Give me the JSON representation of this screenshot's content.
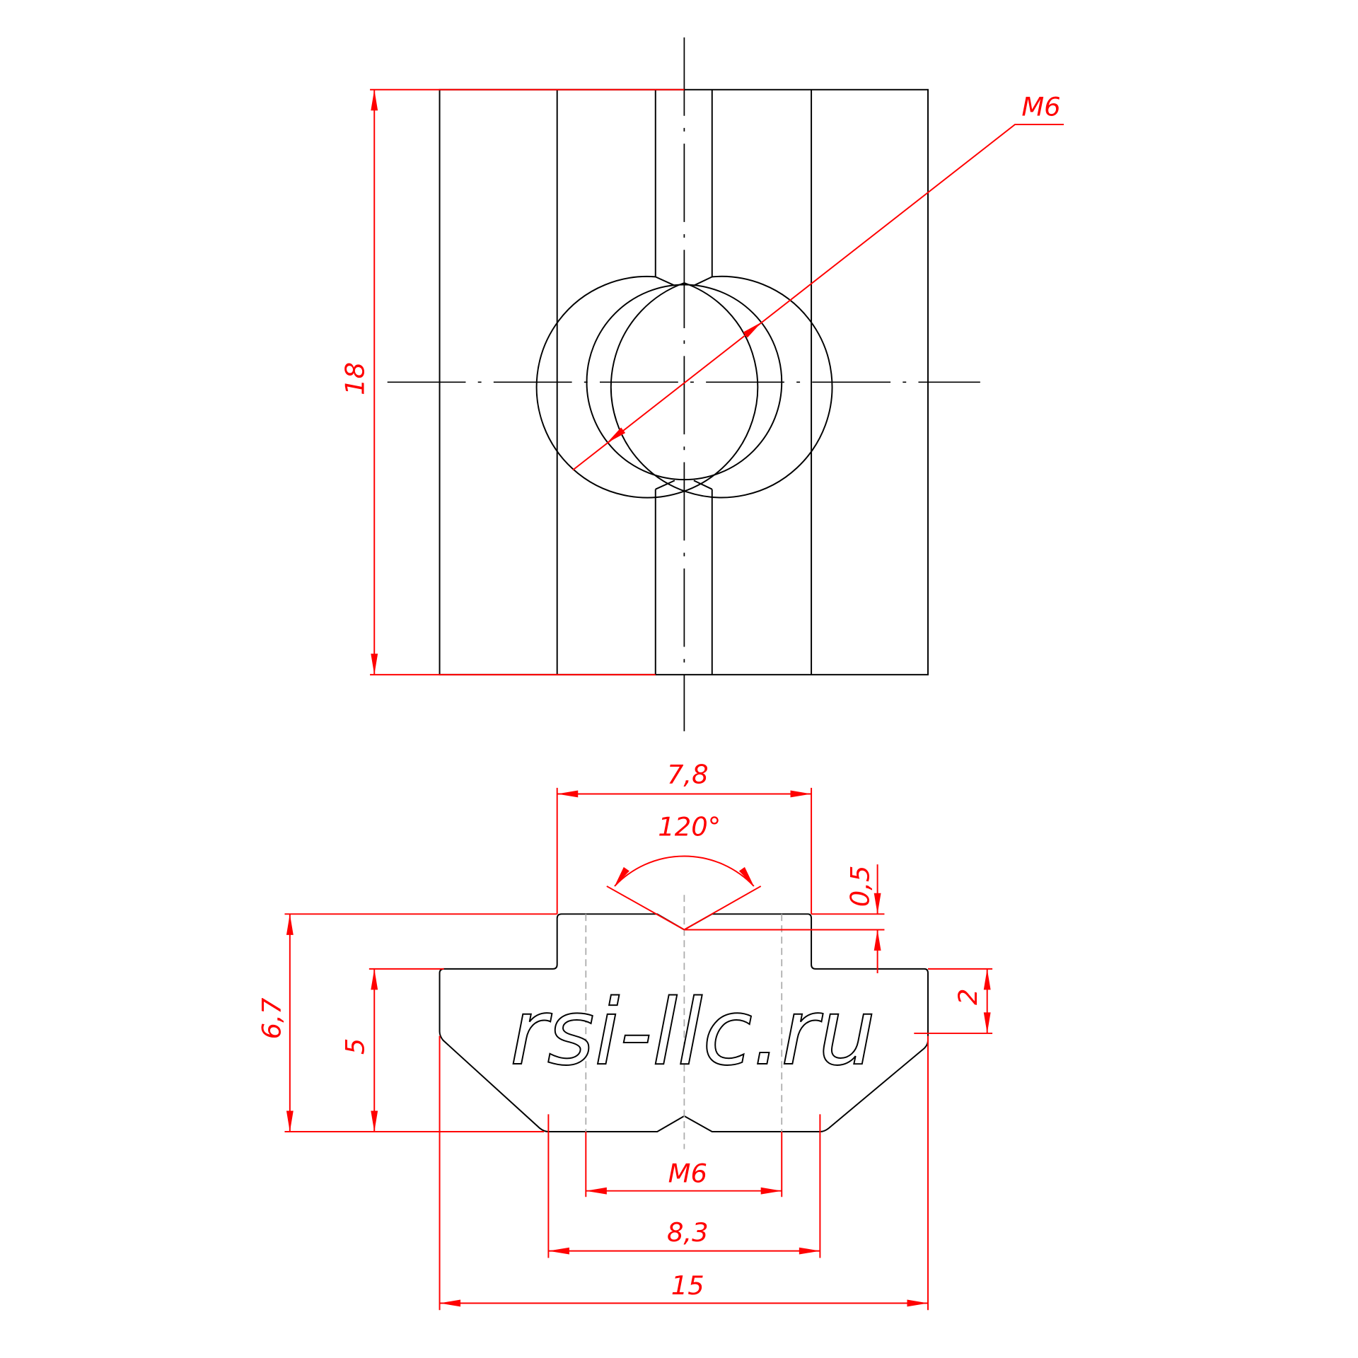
{
  "drawing": {
    "title": "T-nut M6 drawing",
    "watermark": "rsi-llc.ru",
    "line_color": "#000000",
    "dimension_color": "#ff0000"
  },
  "top_view": {
    "height_dim": "18",
    "thread_callout": "M6"
  },
  "section_view": {
    "slot_width_dim": "7,8",
    "countersink_angle": "120°",
    "countersink_depth": "0,5",
    "chamfer_height": "2",
    "total_height": "6,7",
    "body_height": "5",
    "thread_dim": "M6",
    "bottom_width": "8,3",
    "total_width": "15"
  }
}
